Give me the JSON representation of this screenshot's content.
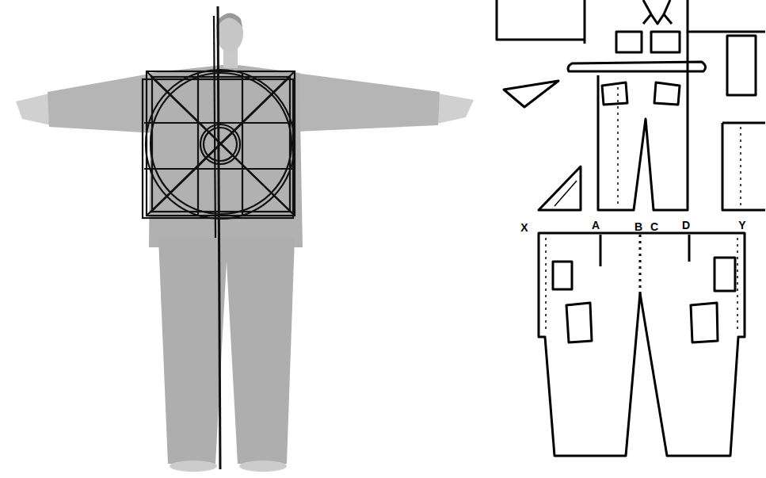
{
  "diagram": {
    "labels": [
      "X",
      "A",
      "B",
      "C",
      "D",
      "Y"
    ]
  }
}
